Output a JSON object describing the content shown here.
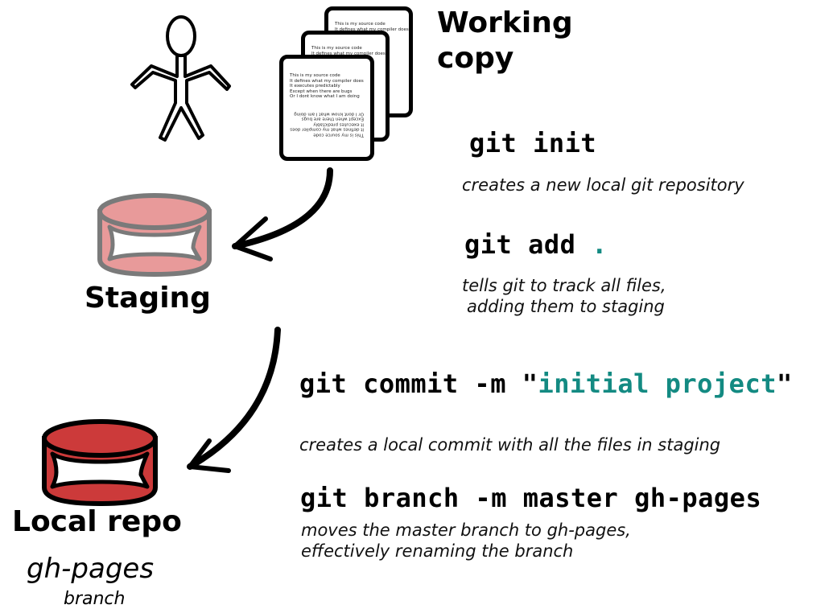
{
  "working_copy": {
    "label_line1": "Working",
    "label_line2": "copy"
  },
  "document_text": [
    "This is my source code",
    "It defines what my compiler does",
    "It executes predictably",
    "Except when there are bugs",
    "Or I dont know what I am doing"
  ],
  "staging": {
    "label": "Staging"
  },
  "local_repo": {
    "label": "Local repo",
    "branch_name": "gh-pages",
    "branch_word": "branch"
  },
  "commands": {
    "init": {
      "command": "git init",
      "description": "creates a new local git repository"
    },
    "add": {
      "command": "git add",
      "argument": ".",
      "description_line1": "tells git to track all files,",
      "description_line2": "adding them to staging"
    },
    "commit": {
      "command": "git commit -m \"",
      "message": "initial project",
      "close_quote": "\"",
      "description": "creates a local commit with all the files in staging"
    },
    "branch": {
      "command": "git branch -m master gh-pages",
      "description_line1": "moves the master branch to gh-pages,",
      "description_line2": "effectively renaming the branch"
    }
  },
  "colors": {
    "staging_fill": "#e89a9a",
    "staging_stroke": "#7a7a7a",
    "repo_fill": "#cc3a3a",
    "repo_stroke": "#000000",
    "teal": "#138a82"
  }
}
